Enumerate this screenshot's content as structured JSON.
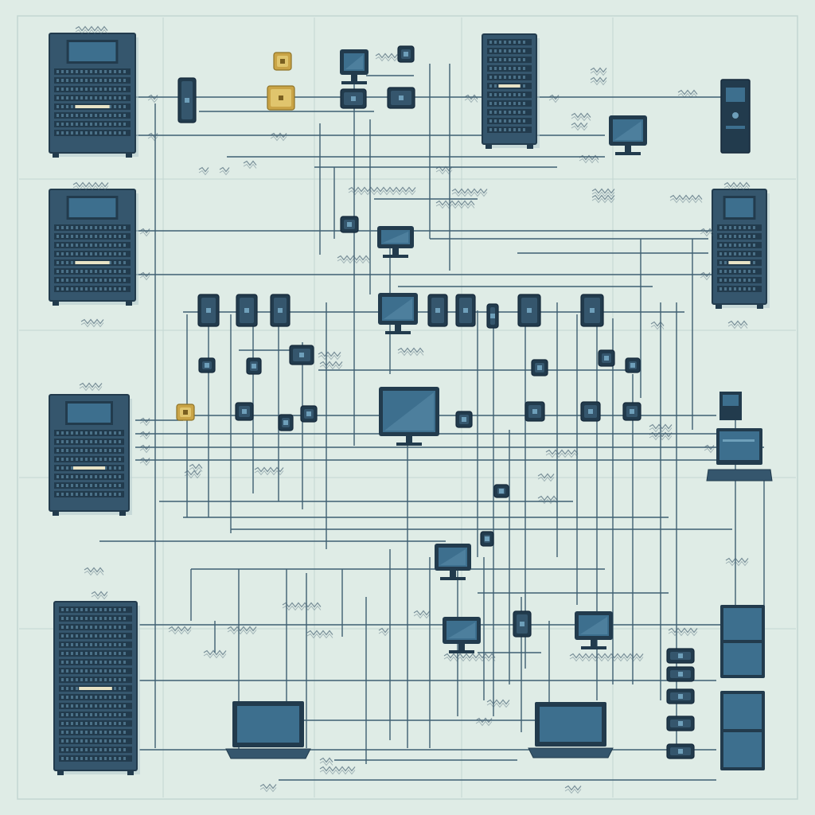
{
  "palette": {
    "background": "#dfece6",
    "grid": "#c3d6d2",
    "wire": "#3f5f72",
    "device_body": "#35566d",
    "device_dark": "#223b4d",
    "screen": "#3d6f8e",
    "screen_light": "#6e9fba",
    "accent_gold": "#c9a447",
    "label_ink": "#4b6776"
  },
  "diagram": {
    "labels": [],
    "devices": [
      {
        "kind": "server-rack-icon",
        "id": "rack-1"
      },
      {
        "kind": "server-rack-icon",
        "id": "rack-2"
      },
      {
        "kind": "server-rack-icon",
        "id": "rack-3"
      },
      {
        "kind": "server-rack-icon",
        "id": "rack-4"
      },
      {
        "kind": "server-rack-icon",
        "id": "rack-top-center"
      },
      {
        "kind": "server-rack-icon",
        "id": "rack-right"
      },
      {
        "kind": "tower-pc-icon",
        "id": "tower-top-right"
      },
      {
        "kind": "monitor-icon",
        "id": "monitor-center"
      },
      {
        "kind": "laptop-icon",
        "id": "laptop-left"
      },
      {
        "kind": "laptop-icon",
        "id": "laptop-right"
      },
      {
        "kind": "workstation-icon",
        "id": "workstation-right"
      },
      {
        "kind": "storage-unit-icon",
        "id": "storage-1"
      },
      {
        "kind": "storage-unit-icon",
        "id": "storage-2"
      },
      {
        "kind": "switch-icon",
        "id": "switch-group"
      },
      {
        "kind": "router-icon",
        "id": "router-group"
      }
    ]
  }
}
